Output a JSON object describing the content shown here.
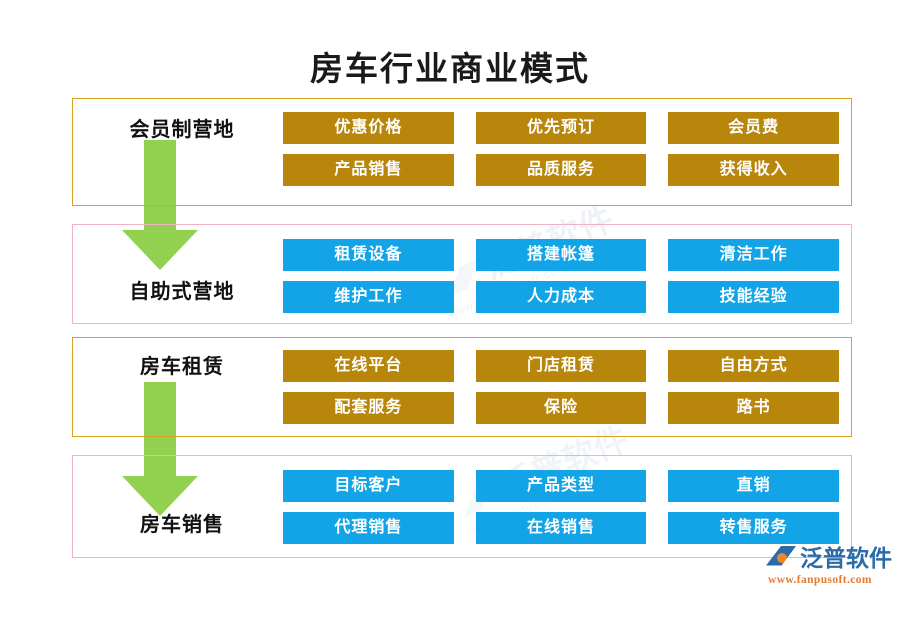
{
  "title": "房车行业商业模式",
  "colors": {
    "gold_box": "#B8860B",
    "blue_box": "#12A4E6",
    "gold_border": "#D9A520",
    "pink_border": "#EFB3C2",
    "arrow_green": "#92D14F",
    "logo_blue": "#2B6CA8",
    "logo_orange": "#E77A2E"
  },
  "sections": [
    {
      "label": "会员制营地",
      "border": "gold",
      "box_style": "gold",
      "cells": [
        "优惠价格",
        "优先预订",
        "会员费",
        "产品销售",
        "品质服务",
        "获得收入"
      ]
    },
    {
      "label": "自助式营地",
      "border": "pink",
      "box_style": "blue",
      "cells": [
        "租赁设备",
        "搭建帐篷",
        "清洁工作",
        "维护工作",
        "人力成本",
        "技能经验"
      ]
    },
    {
      "label": "房车租赁",
      "border": "gold",
      "box_style": "gold",
      "cells": [
        "在线平台",
        "门店租赁",
        "自由方式",
        "配套服务",
        "保险",
        "路书"
      ]
    },
    {
      "label": "房车销售",
      "border": "pink",
      "box_style": "blue",
      "cells": [
        "目标客户",
        "产品类型",
        "直销",
        "代理销售",
        "在线销售",
        "转售服务"
      ]
    }
  ],
  "arrows": [
    {
      "name": "flow-arrow-1",
      "direction": "down"
    },
    {
      "name": "flow-arrow-2",
      "direction": "down"
    }
  ],
  "watermark": {
    "text": "泛普软件",
    "url": "www.fanpusoft.com"
  },
  "logo": {
    "text": "泛普软件",
    "url": "www.fanpusoft.com"
  }
}
